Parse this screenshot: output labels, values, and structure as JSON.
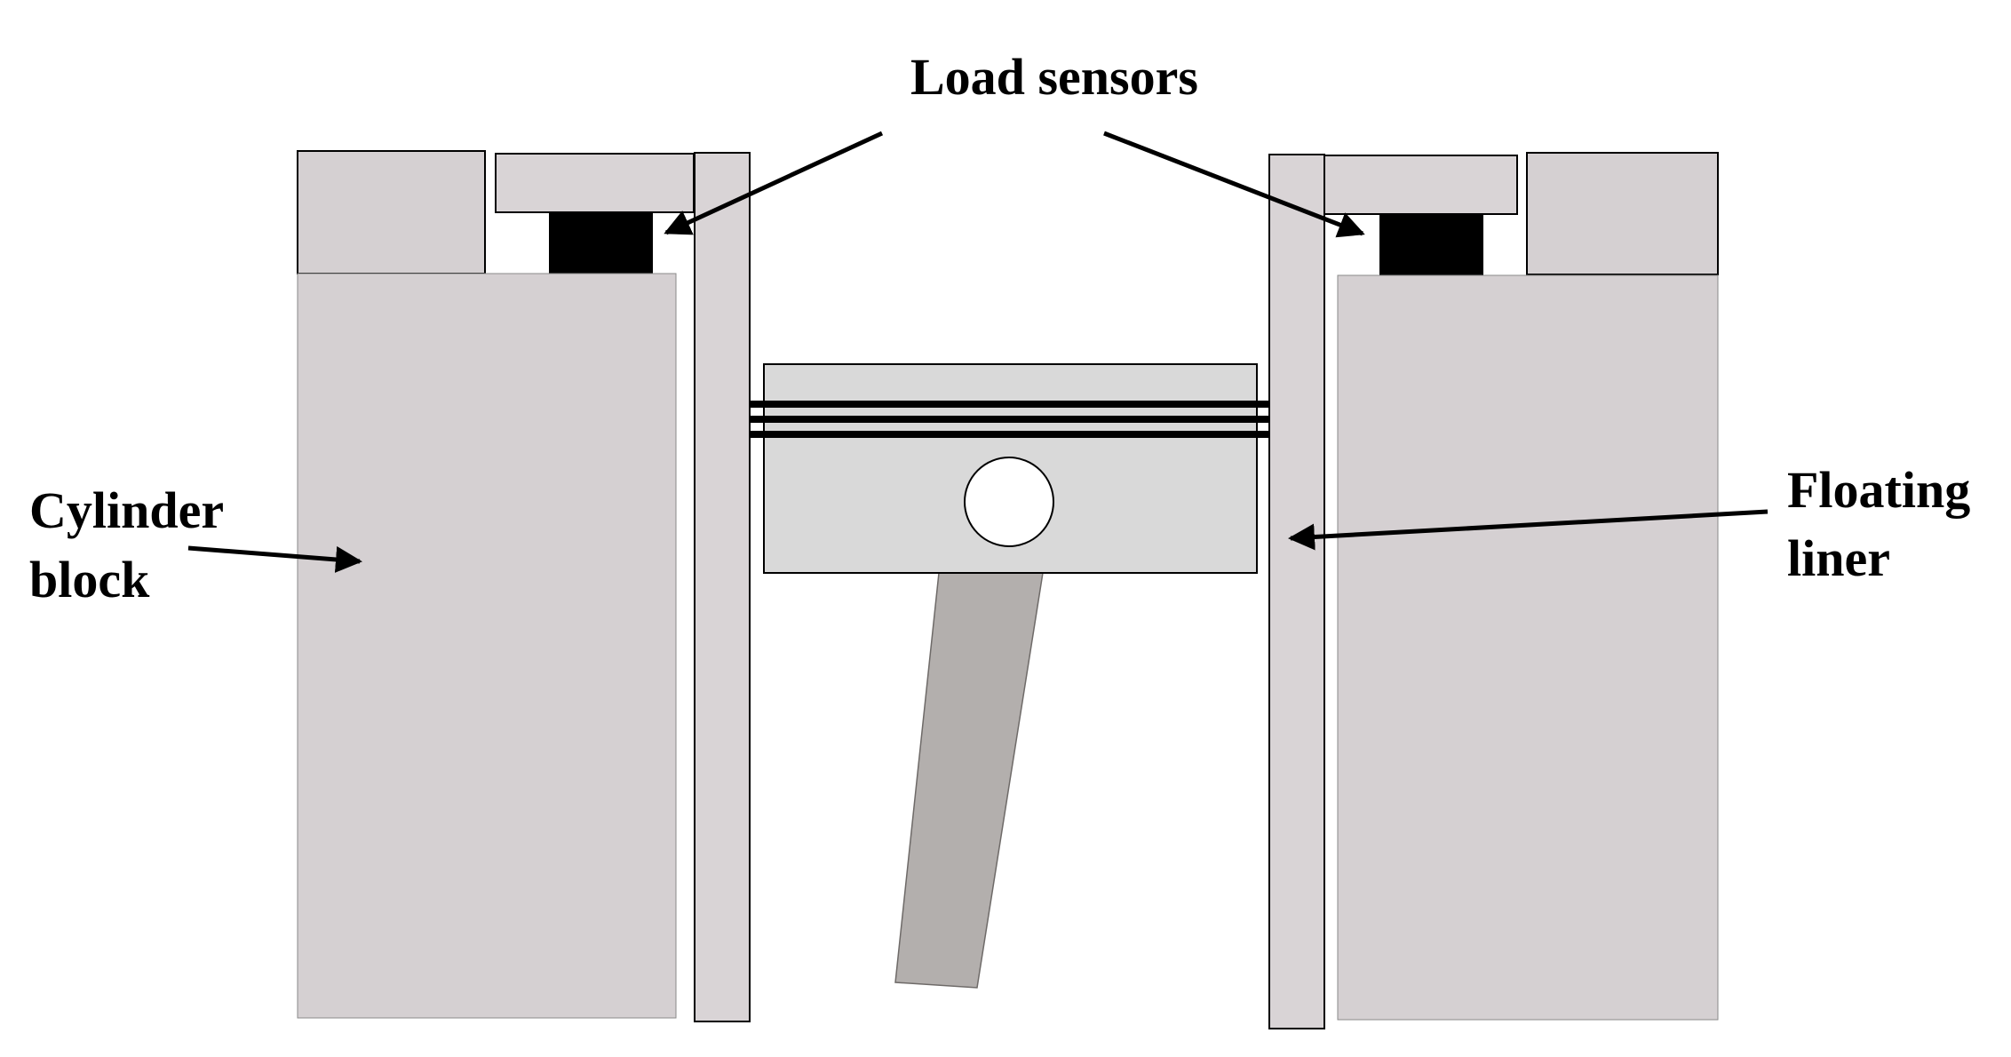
{
  "labels": {
    "load_sensors": "Load sensors",
    "cylinder_block_line1": "Cylinder",
    "cylinder_block_line2": "block",
    "floating_liner_line1": "Floating",
    "floating_liner_line2": "liner"
  },
  "colors": {
    "cylinder_block": "#d5d0d2",
    "liner": "#d9d4d6",
    "piston": "#d9d9d9",
    "connecting_rod": "#b3afad",
    "load_sensor": "#000000",
    "piston_ring": "#000000",
    "arrow": "#000000"
  }
}
